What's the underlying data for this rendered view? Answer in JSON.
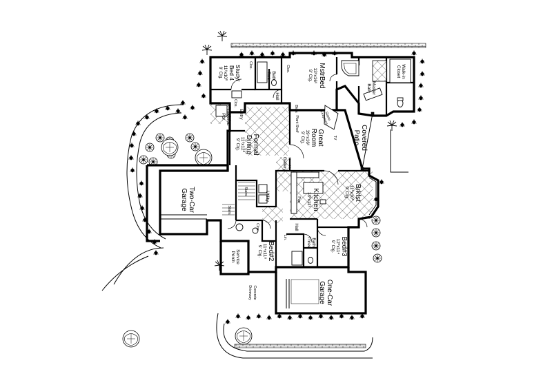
{
  "rooms": {
    "study": {
      "name": "Study/",
      "name2": "Bed 4",
      "size": "11⁶x10⁰",
      "ceiling": "9' Clg."
    },
    "master_bed": {
      "name": "MstrBed",
      "size": "13⁶x16⁶",
      "ceiling": "9' Clg."
    },
    "master_bath": {
      "name": "Master",
      "name2": "Bath"
    },
    "walkin_closet": {
      "name": "Walk-in",
      "name2": "Closet"
    },
    "bath_study": {
      "name": "Bath",
      "name2": "Two"
    },
    "great_room": {
      "name": "Great",
      "name2": "Room",
      "size": "19⁴x16⁶",
      "ceiling": "9' Clg."
    },
    "covered_patio": {
      "name": "Covered",
      "name2": "Patio"
    },
    "formal_dining": {
      "name": "Formal",
      "name2": "Dining",
      "size": "11⁶x12⁰",
      "ceiling": "9' Clg."
    },
    "covered_porch": {
      "name": "Covered",
      "name2": "Por."
    },
    "two_car_garage": {
      "name": "Two-Car",
      "name2": "Garage"
    },
    "utility": {
      "name": "Utility"
    },
    "kitchen": {
      "name": "Kitchen",
      "size": "13⁰x11⁶"
    },
    "brkfst": {
      "name": "Brkfst",
      "size": "11⁰x10⁰",
      "ceiling": "9' Clg."
    },
    "bed2": {
      "name": "Bed#2",
      "size": "11⁴x11⁸",
      "ceiling": "9' Clg."
    },
    "bed3": {
      "name": "Bed#3",
      "size": "12⁰x11⁴",
      "ceiling": "9' Clg."
    },
    "bath_three": {
      "name": "Bath",
      "name2": "Three"
    },
    "service_porch": {
      "name": "Service",
      "name2": "Porch"
    },
    "one_car_garage": {
      "name": "One-Car",
      "name2": "Garage"
    }
  },
  "minor": {
    "hall_top": "Hall",
    "hall_bottom": "Hall",
    "entry": "Entry",
    "gallery": "Gallery",
    "stairs": "Stairs",
    "stairs2": "Stairs",
    "bkcs": "Bkcs",
    "clos1": "Clos.",
    "clos2": "Clos.",
    "clos3": "Clos.",
    "clos4": "Clos.",
    "lin": "Lin.",
    "pan": "Pan",
    "tv": "TV",
    "fireplace": "Stone",
    "fireplace2": "Fireplace",
    "plant_shelf": "Plant Shelf",
    "concrete": "Concrete",
    "concrete2": "Driveway"
  }
}
